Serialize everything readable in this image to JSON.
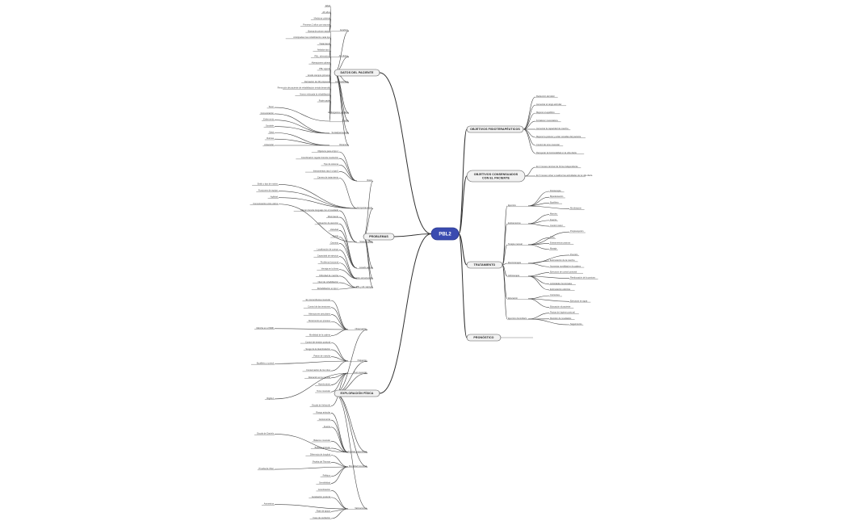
{
  "colors": {
    "root_fill": "#3a4bb0",
    "main_fill": "#f2f2f2",
    "line": "#444444"
  },
  "root": {
    "label": "PBL2"
  },
  "main": [
    {
      "label": "DATOS DEL PACIENTE"
    },
    {
      "label": "PROBLEMAS"
    },
    {
      "label": "EXPLORACIÓN FÍSICA"
    },
    {
      "label": "OBJETIVOS FISIOTERAPÉUTICOS"
    },
    {
      "label": "OBJETIVOS CONSENSUADOS\nCON EL PACIENTE"
    },
    {
      "label": "TRATAMIENTO"
    },
    {
      "label": "PRONÓSTICO"
    }
  ],
  "datos": {
    "subs": [
      "Antefinio",
      "AF clínico",
      "Antecedentes",
      "Estilo/gustos sociales",
      "Sueño",
      "Social/psicosocial",
      "Dinámica"
    ],
    "leaves": [
      "Edad",
      "AF años",
      "Medicina cubierta",
      "Primeros 2 años con traumas",
      "Buena de primer nacido",
      "Anticipadas tras rehabilitación cada tipo",
      "Tratamiento",
      "Aislados tipo I",
      "PBL, alternativas",
      "Alteraciones cabeza",
      "PBL vigente",
      "Acude siempre primeras",
      "Derivación de 3D propuesta",
      "Remoción de paciente de rehabilitación tenida desarrollo",
      "Nuevo enfocada la rehabilitación",
      "Poder padre",
      "Tener",
      "Comunicación",
      "Enfermería",
      "Sociable",
      "Casa",
      "Rutinas",
      "Anteceder"
    ]
  },
  "problemas": {
    "subs": [
      "Visión",
      "Comportamiento",
      "Sistema tipo I",
      "Lavado actual",
      "Lesión estructurada",
      "PBL y Alt. tapings"
    ],
    "leaves": [
      "Objetivos para el tipo I",
      "Coordinación regular durante resolución",
      "Tipo de sistema",
      "Instrumentos: tipo I y tipo II",
      "Carrera de tratamiento",
      "Estilo y tipo de motivo",
      "Funciones de equipo",
      "Agilidad",
      "Comunicación entre varios",
      "Alterar durante lenguaje con el resultado",
      "Movimiento",
      "Situación de atención",
      "Variedad",
      "Ajuste",
      "Dominio",
      "Localización de cuerpo",
      "Capacidad de ejercicio",
      "Problema funcional",
      "Ventaja en la línea",
      "Dificultad de marcha",
      "Nivel de rehabilitación",
      "Rehabilitación en tipo I"
    ]
  },
  "exploracion": {
    "subs": [
      "Observación",
      "Palpación",
      "Test muscular",
      "Pruebas específicas",
      "Movilidad funcional",
      "Valoraciones"
    ],
    "leaves": [
      "Es vía tendinosa muscular",
      "Control de las tensiones",
      "Alteraciones articulares",
      "Movimiento en proceso",
      "Marcha en el MMII",
      "Movilidad de la cadera",
      "Control de tensión postural",
      "Sesgo de la deambulación",
      "Patrón de marcha",
      "Equilibrio y control",
      "Conservación de los roles",
      "Alteración en la marcha",
      "Hiperlordosis",
      "Tono muscular",
      "Rigidez",
      "Escala de Ashworth",
      "Rango articular",
      "Goniometría",
      "Fuerza",
      "Escala de Daniels",
      "Balance muscular",
      "Balance articular",
      "Diferencia de longitud",
      "Prueba de Thomas",
      "Prueba de Ober",
      "Reflejos",
      "Sensibilidad",
      "Coordinación",
      "Evaluación postural",
      "Asimetrías",
      "Fase de apoyo",
      "Fase de oscilación"
    ]
  },
  "objetivos_fisio": [
    "Reducción del dolor",
    "Aumentar el rango articular",
    "Mejorar el equilibrio",
    "Fortalecer musculatura",
    "Aumentar la capacidad de marcha",
    "Mejorar la postura y evitar recaídas del paciente",
    "Control de tono muscular",
    "Recuperar la funcionalidad en la vida diaria"
  ],
  "objetivos_pac": [
    "En 3 meses caminar de forma independiente",
    "En 6 meses volver a realizar las actividades de la vida diaria"
  ],
  "tratamiento": {
    "subs": [
      "Ejercicio",
      "Estiramientos",
      "Terapia manual",
      "Electroterapia",
      "Hidroterapia",
      "Educación",
      "Ejercicio domiciliario"
    ],
    "leaves": [
      "Fisioterapia",
      "Bipedestación",
      "Equilibrio",
      "Movilización",
      "Marcha",
      "Fuerza",
      "Control motor",
      "Propiocepción",
      "Tono",
      "Estiramientos pasivos",
      "Masaje",
      "Punción",
      "Estimulación de la marcha",
      "Aumentar movilidad en la cadera",
      "Ejercicios de control postural",
      "Reeducación de la postura",
      "Actividades funcionales",
      "Estimulación eléctrica",
      "Corrientes",
      "Ejercicios en agua",
      "Educación al paciente",
      "Pautas de higiene postural",
      "Revisión de resultados",
      "Seguimiento"
    ]
  },
  "pronostico": []
}
